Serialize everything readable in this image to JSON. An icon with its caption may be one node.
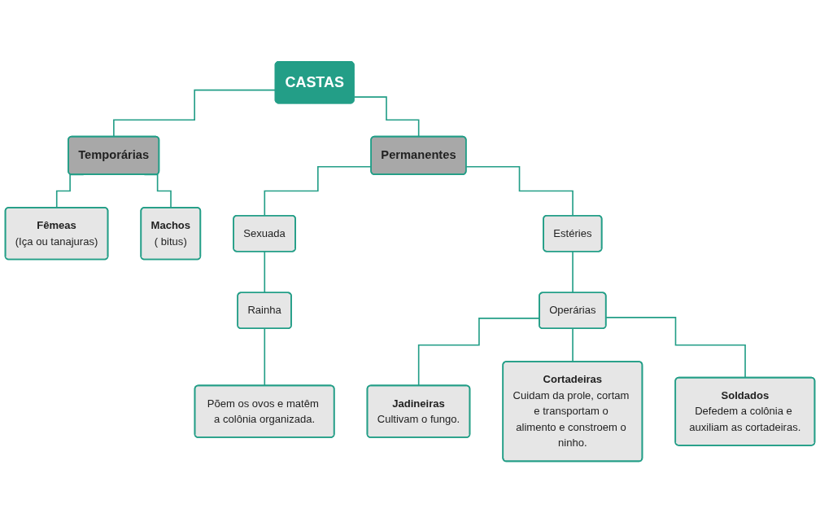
{
  "diagram": {
    "nodes": [
      {
        "text": [
          "CASTAS"
        ]
      },
      {
        "text": [
          "Temporárias"
        ]
      },
      {
        "text": [
          "Permanentes"
        ]
      },
      {
        "text": [
          "Fêmeas",
          "(Iça ou tanajuras)"
        ]
      },
      {
        "text": [
          "Machos",
          "( bitus)"
        ]
      },
      {
        "text": [
          "Sexuada"
        ]
      },
      {
        "text": [
          "Estéries"
        ]
      },
      {
        "text": [
          "Rainha"
        ]
      },
      {
        "text": [
          "Operárias"
        ]
      },
      {
        "text": [
          "Põem os ovos e matêm a colônia organizada."
        ]
      },
      {
        "text": [
          "Jadineiras",
          "Cultivam o fungo."
        ]
      },
      {
        "text": [
          "Cortadeiras",
          "Cuidam da prole, cortam e transportam o alimento e constroem o ninho."
        ]
      },
      {
        "text": [
          "Soldados",
          "Defedem a colônia e auxiliam as cortadeiras."
        ]
      }
    ],
    "edges": [
      {
        "from": 0,
        "to": 1,
        "arrow": "none"
      },
      {
        "from": 0,
        "to": 2,
        "arrow": "none"
      },
      {
        "from": 1,
        "to": 3,
        "arrow": "none"
      },
      {
        "from": 1,
        "to": 4,
        "arrow": "none"
      },
      {
        "from": 2,
        "to": 5,
        "arrow": "none"
      },
      {
        "from": 2,
        "to": 6,
        "arrow": "none"
      },
      {
        "from": 5,
        "to": 7,
        "arrow": "none"
      },
      {
        "from": 6,
        "to": 8,
        "arrow": "none"
      },
      {
        "from": 7,
        "to": 9,
        "arrow": "none"
      },
      {
        "from": 8,
        "to": 10,
        "arrow": "none"
      },
      {
        "from": 8,
        "to": 11,
        "arrow": "none"
      },
      {
        "from": 8,
        "to": 12,
        "arrow": "none"
      }
    ]
  }
}
